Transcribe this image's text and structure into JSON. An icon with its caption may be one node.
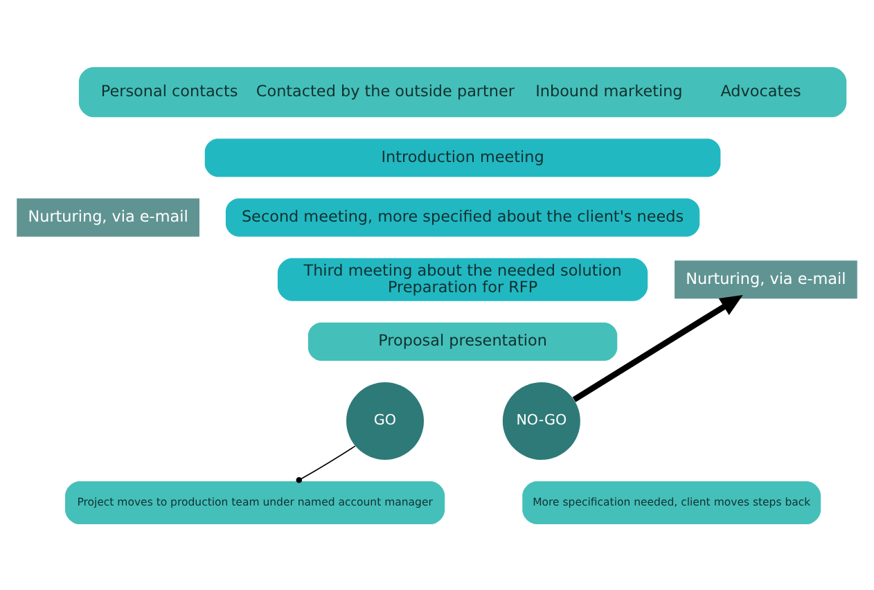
{
  "diagram": {
    "nodes": [
      {
        "text": [
          "Personal contacts",
          "Contacted by the outside partner",
          "Inbound marketing",
          "Advocates"
        ]
      },
      {
        "text": [
          "Introduction meeting"
        ]
      },
      {
        "text": [
          "Nurturing, via e-mail"
        ]
      },
      {
        "text": [
          "Second meeting, more specified about the client's needs"
        ]
      },
      {
        "text": [
          "Third meeting about the needed solution",
          "Preparation for RFP"
        ]
      },
      {
        "text": [
          "Nurturing, via e-mail"
        ]
      },
      {
        "text": [
          "Proposal presentation"
        ]
      },
      {
        "text": [
          "GO"
        ]
      },
      {
        "text": [
          "NO-GO"
        ]
      },
      {
        "text": [
          "Project moves to production team under named account manager"
        ]
      },
      {
        "text": [
          "More specification needed, client moves steps back"
        ]
      }
    ],
    "edges": [
      {
        "from": 9,
        "to": 7,
        "arrow": "other"
      },
      {
        "from": 8,
        "to": 5,
        "arrow": "to",
        "style": "thick"
      }
    ]
  }
}
